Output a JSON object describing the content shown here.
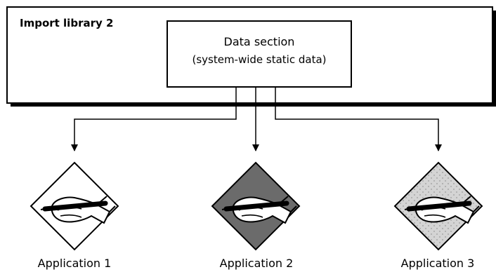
{
  "library": {
    "title": "Import library 2"
  },
  "data_section": {
    "title": "Data section",
    "subtitle": "(system-wide static data)"
  },
  "applications": [
    {
      "label": "Application 1",
      "fill": "white"
    },
    {
      "label": "Application 2",
      "fill": "dark-gray"
    },
    {
      "label": "Application 3",
      "fill": "light-gray-dotted"
    }
  ],
  "colors": {
    "line": "#000000",
    "dark_fill": "#6b6b6b",
    "light_fill": "#d4d4d4",
    "dot": "#9a9a9a",
    "background": "#ffffff"
  },
  "icons": [
    "hand-writing-icon"
  ]
}
